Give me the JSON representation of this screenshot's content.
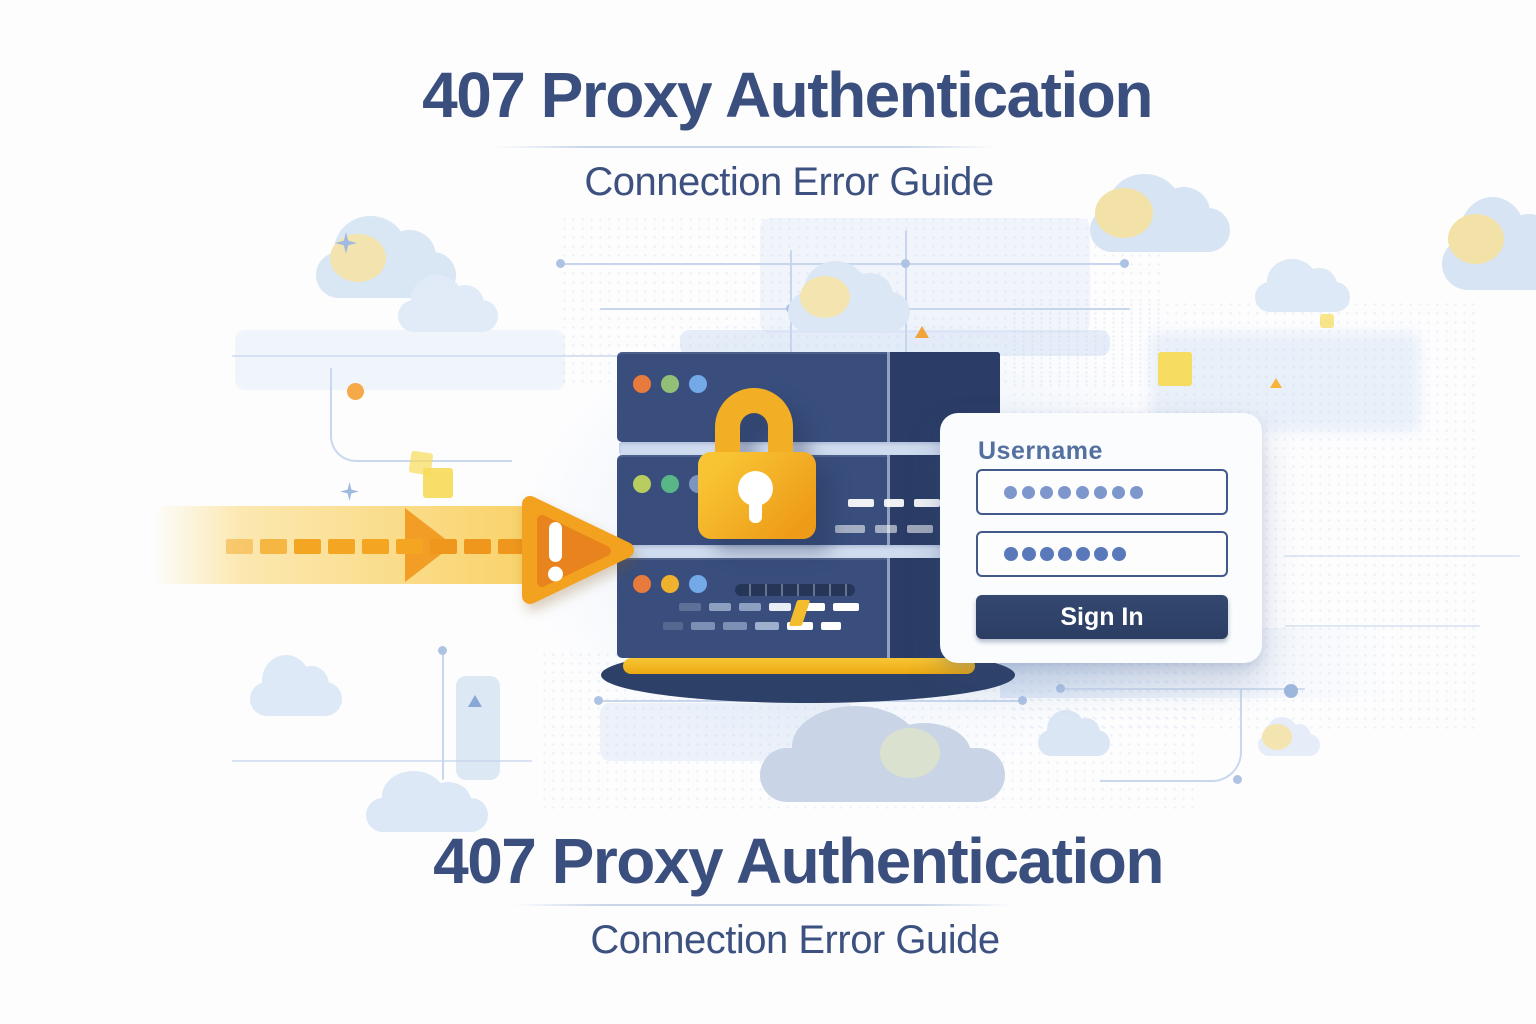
{
  "header": {
    "title": "407 Proxy Authentication",
    "subtitle": "Connection Error Guide"
  },
  "footer": {
    "title": "407 Proxy Authentication",
    "subtitle": "Connection Error Guide"
  },
  "login_card": {
    "username_label": "Username",
    "username_masked_value": "••••••••",
    "password_masked_value": "•••••••",
    "sign_in_label": "Sign In"
  },
  "illustration": {
    "server_units": 3,
    "server_led_colors": {
      "unit1": [
        "#e87b3c",
        "#93bf77",
        "#74a9e8"
      ],
      "unit2": [
        "#b7cd60",
        "#58b687",
        "#7e96bf"
      ],
      "unit3": [
        "#e87b3c",
        "#f0b22e",
        "#74a9e8"
      ]
    },
    "icons": [
      "lock-icon",
      "warning-icon",
      "request-arrow-icon",
      "cloud-decoration"
    ],
    "colors": {
      "title_navy": "#3a4f7e",
      "server_front": "#394e7d",
      "server_side": "#2b3d66",
      "server_base_shadow": "#2d4067",
      "lock_yellow": "#f2ae25",
      "arrow_orange": "#f4a522",
      "warning_fill": "#e8831d",
      "warning_border": "#f3a21f",
      "button_navy": "#2e4168",
      "card_background": "#fafcfe",
      "input_border": "#43598c",
      "username_dot": "#7d97cc",
      "password_dot": "#5a79ba"
    }
  }
}
